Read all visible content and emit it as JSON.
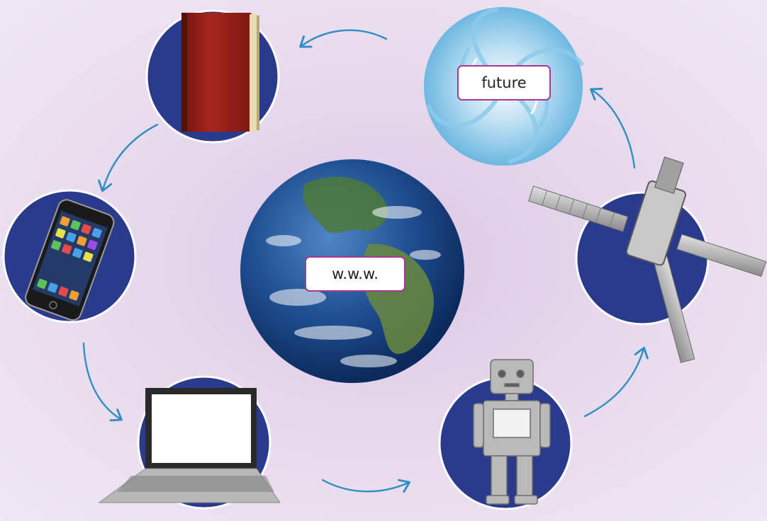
{
  "labels": {
    "center": "w.w.w.",
    "future": "future"
  },
  "colors": {
    "background": "#e6d8ec",
    "circle": "#2a3a8c",
    "arrow": "#2f8fc4",
    "label_border": "#a8378f"
  },
  "nodes": [
    {
      "id": "book",
      "icon": "book-icon"
    },
    {
      "id": "future",
      "icon": "swirl-icon"
    },
    {
      "id": "smartphone",
      "icon": "smartphone-icon"
    },
    {
      "id": "globe",
      "icon": "globe-icon"
    },
    {
      "id": "satellite",
      "icon": "satellite-icon"
    },
    {
      "id": "laptop",
      "icon": "laptop-icon"
    },
    {
      "id": "robot",
      "icon": "robot-icon"
    }
  ]
}
